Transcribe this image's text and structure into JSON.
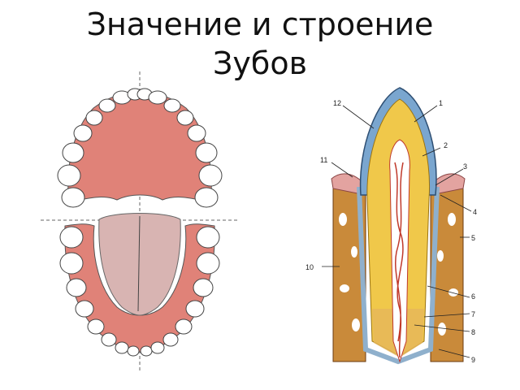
{
  "title": {
    "line1": "Значение и строение",
    "line2": "Зубов"
  },
  "tooth_labels": [
    "1",
    "2",
    "3",
    "4",
    "5",
    "6",
    "7",
    "8",
    "9",
    "10",
    "11",
    "12"
  ],
  "colors": {
    "gum": "#e08278",
    "tongue": "#d8b4b2",
    "enamel": "#7aa6cf",
    "dentin": "#f0c84a",
    "pulp": "#c0392b",
    "bone": "#c98a3a"
  }
}
